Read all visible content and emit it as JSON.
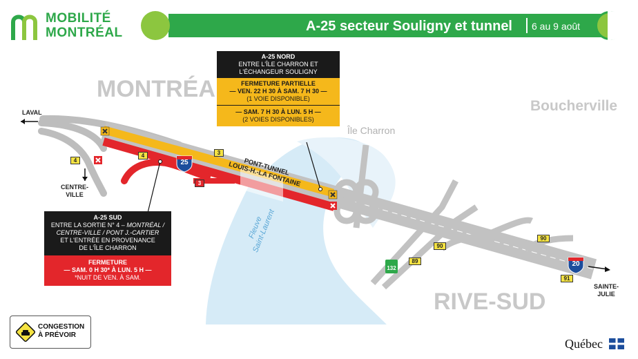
{
  "header": {
    "logo_line1": "MOBILITÉ",
    "logo_line2": "MONTRÉAL",
    "title": "A-25 secteur Souligny et tunnel",
    "date": "6 au 9 août"
  },
  "regions": {
    "montreal": "MONTRÉAL",
    "boucherville": "Boucherville",
    "ile_charron": "Île Charron",
    "rive_sud": "RIVE-SUD",
    "fleuve_line1": "Fleuve",
    "fleuve_line2": "Saint-Laurent"
  },
  "directions": {
    "laval": "LAVAL",
    "centre_ville_1": "CENTRE-",
    "centre_ville_2": "VILLE",
    "sainte_julie_1": "SAINTE-",
    "sainte_julie_2": "JULIE"
  },
  "tunnel_label": {
    "line1": "PONT-TUNNEL",
    "line2": "LOUIS-H.-LA FONTAINE"
  },
  "shields": {
    "a25": "25",
    "a20": "20",
    "r132": "132",
    "exit4a": "4",
    "exit4b": "4",
    "exit3a": "3",
    "exit3b": "3",
    "exit90a": "90",
    "exit90b": "90",
    "exit89": "89",
    "exit91": "91"
  },
  "north_box": {
    "title": "A-25 NORD",
    "line1": "ENTRE L'ÎLE CHARRON ET",
    "line2": "L'ÉCHANGEUR SOULIGNY",
    "closure_title": "FERMETURE PARTIELLE",
    "period1": "— VEN. 22 H 30 À SAM. 7 H 30 —",
    "period1_note": "(1 VOIE DISPONIBLE)",
    "period2": "— SAM. 7 H 30 À LUN. 5 H —",
    "period2_note": "(2 VOIES DISPONIBLES)"
  },
  "south_box": {
    "title": "A-25 SUD",
    "line1_pre": "ENTRE LA SORTIE N° 4 – ",
    "line1_it": "MONTRÉAL /",
    "line2_it": "CENTRE-VILLE / PONT J.-CARTIER",
    "line3": "ET L'ENTRÉE EN PROVENANCE",
    "line4": "DE L'ÎLE CHARRON",
    "closure_title": "FERMETURE",
    "period": "— SAM. 0 H 30* À LUN. 5 H —",
    "note": "*NUIT DE VEN. À SAM."
  },
  "legend": {
    "line1": "CONGESTION",
    "line2": "À PRÉVOIR"
  },
  "footer": {
    "quebec": "Québec"
  },
  "colors": {
    "brand_green": "#2ea84a",
    "light_green": "#8cc63f",
    "closure_red": "#e3262b",
    "partial_yellow": "#f5b81b",
    "road_gray": "#bfbfbf",
    "water_blue": "#cfe6f4"
  }
}
